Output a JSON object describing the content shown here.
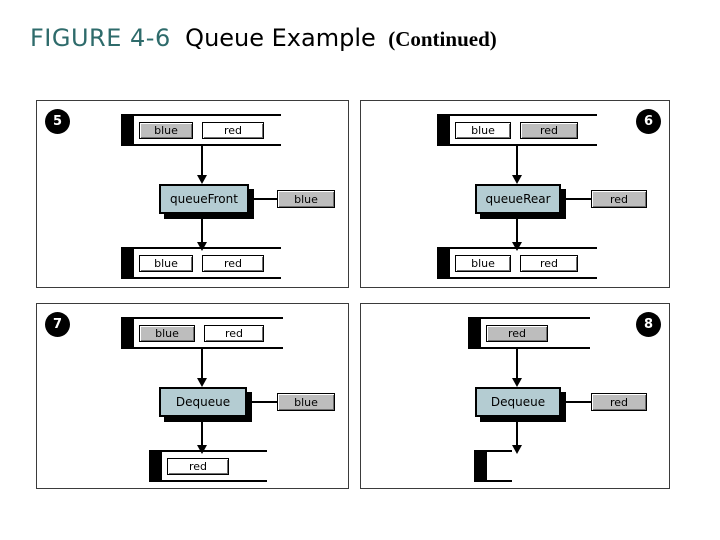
{
  "title": {
    "figure_label": "FIGURE 4-6",
    "figure_name": "Queue Example",
    "continued": "(Continued)",
    "figure_color": "#2e6b6b"
  },
  "colors": {
    "process_box": "#b4ccd2",
    "cell_filled": "#bdbdbd",
    "cell_empty": "#ffffff",
    "bar": "#000000",
    "panel_border": "#3b3b3b"
  },
  "panels": [
    {
      "badge": "5",
      "badge_side": "left",
      "top_queue": [
        {
          "label": "blue",
          "fill": "gray"
        },
        {
          "label": "red",
          "fill": "white"
        }
      ],
      "process": "queueFront",
      "output": {
        "label": "blue",
        "fill": "gray"
      },
      "bottom_queue": [
        {
          "label": "blue",
          "fill": "white"
        },
        {
          "label": "red",
          "fill": "white"
        }
      ]
    },
    {
      "badge": "6",
      "badge_side": "right",
      "top_queue": [
        {
          "label": "blue",
          "fill": "white"
        },
        {
          "label": "red",
          "fill": "gray"
        }
      ],
      "process": "queueRear",
      "output": {
        "label": "red",
        "fill": "gray"
      },
      "bottom_queue": [
        {
          "label": "blue",
          "fill": "white"
        },
        {
          "label": "red",
          "fill": "white"
        }
      ]
    },
    {
      "badge": "7",
      "badge_side": "left",
      "top_queue": [
        {
          "label": "blue",
          "fill": "gray"
        },
        {
          "label": "red",
          "fill": "white"
        }
      ],
      "process": "Dequeue",
      "output": {
        "label": "blue",
        "fill": "gray"
      },
      "bottom_queue": [
        {
          "label": "red",
          "fill": "white"
        }
      ]
    },
    {
      "badge": "8",
      "badge_side": "right",
      "top_queue": [
        {
          "label": "red",
          "fill": "gray"
        }
      ],
      "process": "Dequeue",
      "output": {
        "label": "red",
        "fill": "gray"
      },
      "bottom_queue": []
    }
  ]
}
